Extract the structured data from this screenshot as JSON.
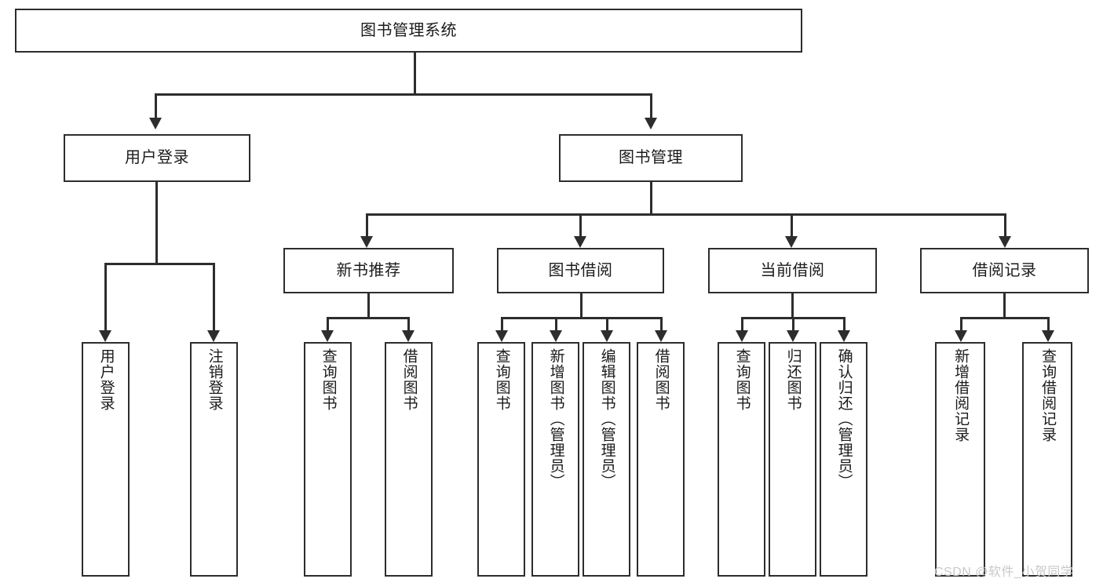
{
  "diagram": {
    "title": "图书管理系统",
    "type": "hierarchy-tree",
    "background_color": "#ffffff",
    "line_color": "#2d2d2d",
    "text_color": "#1b1b1b"
  },
  "root": {
    "label": "图书管理系统"
  },
  "level2": [
    {
      "label": "用户登录"
    },
    {
      "label": "图书管理"
    }
  ],
  "level3": [
    {
      "label": "新书推荐"
    },
    {
      "label": "图书借阅"
    },
    {
      "label": "当前借阅"
    },
    {
      "label": "借阅记录"
    }
  ],
  "leaves": {
    "user_login": [
      {
        "label": "用户登录"
      },
      {
        "label": "注销登录"
      }
    ],
    "new_book_recommend": [
      {
        "label": "查询图书"
      },
      {
        "label": "借阅图书"
      }
    ],
    "book_borrow": [
      {
        "label": "查询图书"
      },
      {
        "label": "新增图书（管理员）"
      },
      {
        "label": "编辑图书（管理员）"
      },
      {
        "label": "借阅图书"
      }
    ],
    "current_borrow": [
      {
        "label": "查询图书"
      },
      {
        "label": "归还图书"
      },
      {
        "label": "确认归还（管理员）"
      }
    ],
    "borrow_record": [
      {
        "label": "新增借阅记录"
      },
      {
        "label": "查询借阅记录"
      }
    ]
  },
  "watermark": {
    "text": "CSDN @软件_小贺同学",
    "color": "#c9c9c9"
  }
}
